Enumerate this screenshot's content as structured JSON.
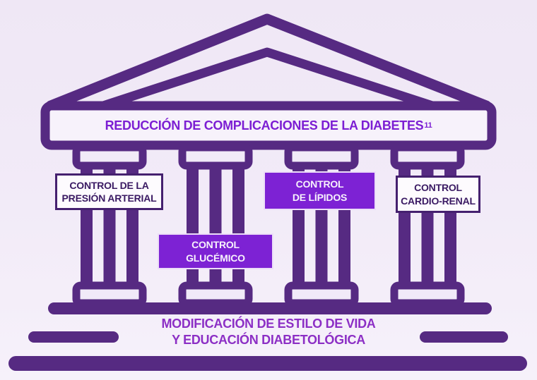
{
  "colors": {
    "background": "#f1eaf8",
    "panel_fill": "#f7f2fb",
    "structure": "#562a82",
    "accent_purple": "#7d22d4",
    "header_text": "#7c1ed3",
    "footer_text": "#8c2fc5",
    "box_border": "#45206f",
    "box_text": "#3a1a63",
    "box_fill": "#fdfbfe",
    "accent_box_text": "#f7f1fc"
  },
  "pediment": {
    "title": "REDUCCIÓN DE COMPLICACIONES DE LA DIABETES",
    "title_superscript": "11"
  },
  "pillars": [
    {
      "line1": "CONTROL DE LA",
      "line2": "PRESIÓN ARTERIAL"
    },
    {
      "line1": "CONTROL",
      "line2": "GLUCÉMICO"
    },
    {
      "line1": "CONTROL",
      "line2": "DE LÍPIDOS"
    },
    {
      "line1": "CONTROL",
      "line2": "CARDIO-RENAL"
    }
  ],
  "base": {
    "line1": "MODIFICACIÓN DE ESTILO DE VIDA",
    "line2": "Y EDUCACIÓN DIABETOLÓGICA"
  }
}
